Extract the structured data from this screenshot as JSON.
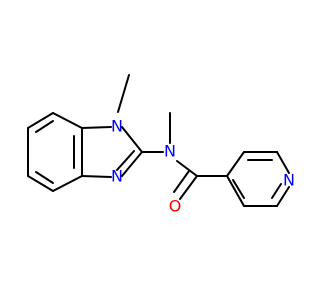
{
  "molecule": {
    "atoms": {
      "n_methyl": {
        "label": "N",
        "color": "#0000ff"
      },
      "n_imine": {
        "label": "N",
        "color": "#0000ff"
      },
      "n_amide": {
        "label": "N",
        "color": "#0000ff"
      },
      "o_carbonyl": {
        "label": "O",
        "color": "#ff0000"
      },
      "n_pyridine": {
        "label": "N",
        "color": "#0000ff"
      }
    },
    "colors": {
      "bond": "#000000",
      "nitrogen": "#0000ff",
      "oxygen": "#ff0000",
      "background": "#ffffff"
    }
  }
}
